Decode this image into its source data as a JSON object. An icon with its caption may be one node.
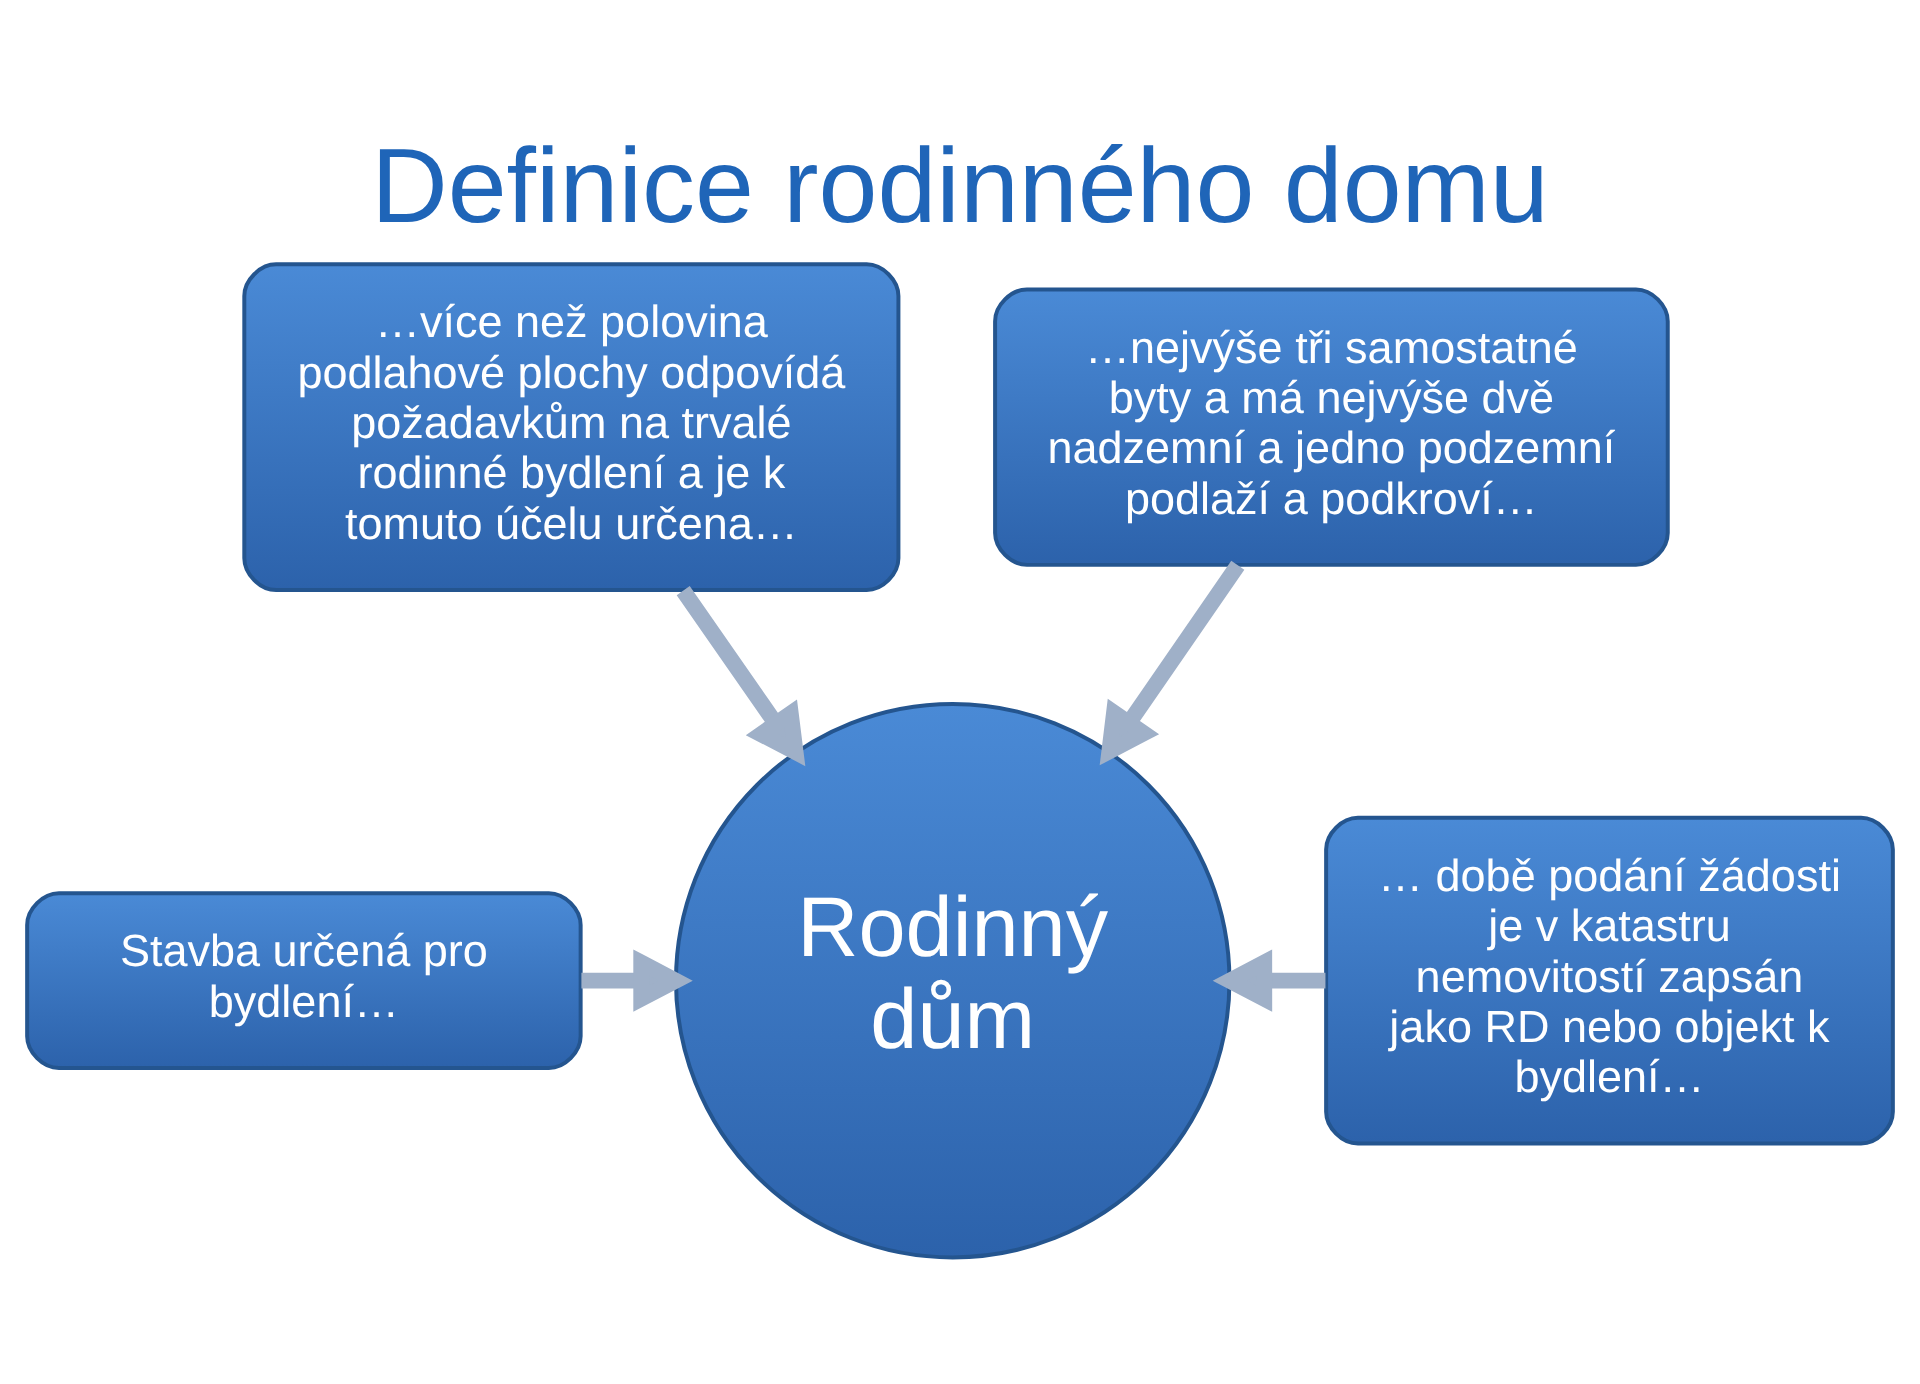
{
  "diagram": {
    "title": "Definice rodinného domu",
    "nodes": [
      {
        "text": [
          "…více než polovina podlahové plochy odpovídá požadavkům na trvalé rodinné bydlení a je k tomuto účelu určena…"
        ]
      },
      {
        "text": [
          "…nejvýše tři samostatné byty a má nejvýše dvě nadzemní a jedno podzemní podlaží a podkroví…"
        ]
      },
      {
        "text": [
          "Stavba určená pro bydlení…"
        ]
      },
      {
        "text": [
          "Rodinný dům"
        ]
      },
      {
        "text": [
          "… době podání žádosti je v katastru nemovitostí zapsán jako RD nebo objekt k bydlení…"
        ]
      }
    ],
    "edges": [
      {
        "from": 0,
        "to": 3,
        "arrow": "to"
      },
      {
        "from": 1,
        "to": 3,
        "arrow": "to"
      },
      {
        "from": 2,
        "to": 3,
        "arrow": "to"
      },
      {
        "from": 4,
        "to": 3,
        "arrow": "to"
      }
    ]
  }
}
